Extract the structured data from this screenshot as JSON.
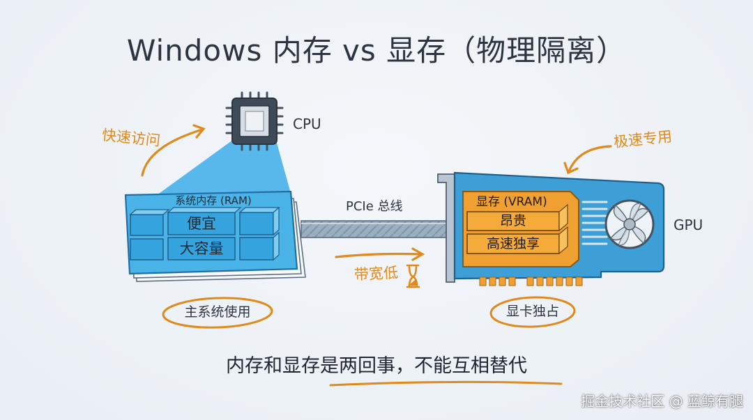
{
  "title": "Windows 内存 vs 显存（物理隔离）",
  "cpu": {
    "label": "CPU",
    "icon": "cpu-chip-icon"
  },
  "ram": {
    "title": "系统内存 (RAM)",
    "row1": "便宜",
    "row2": "大容量",
    "oval": "主系统使用"
  },
  "bus": {
    "label": "PCIe 总线",
    "note": "带宽低",
    "note_icon": "hourglass-icon"
  },
  "gpu": {
    "label": "GPU",
    "vram_title": "显存 (VRAM)",
    "row1": "昂贵",
    "row2": "高速独享",
    "oval": "显卡独占",
    "icon": "fan-icon"
  },
  "annotations": {
    "cpu_access": "快速访问",
    "gpu_access": "极速专用"
  },
  "conclusion": "内存和显存是两回事，不能互相替代",
  "watermark": "掘金技术社区 @ 蓝鲸有腿",
  "colors": {
    "ram_blue": "#4ab3e8",
    "gpu_blue": "#3d9fd6",
    "vram_orange": "#f0a030",
    "accent_orange": "#e08a1e",
    "bus_gray": "#8ea3b5"
  }
}
